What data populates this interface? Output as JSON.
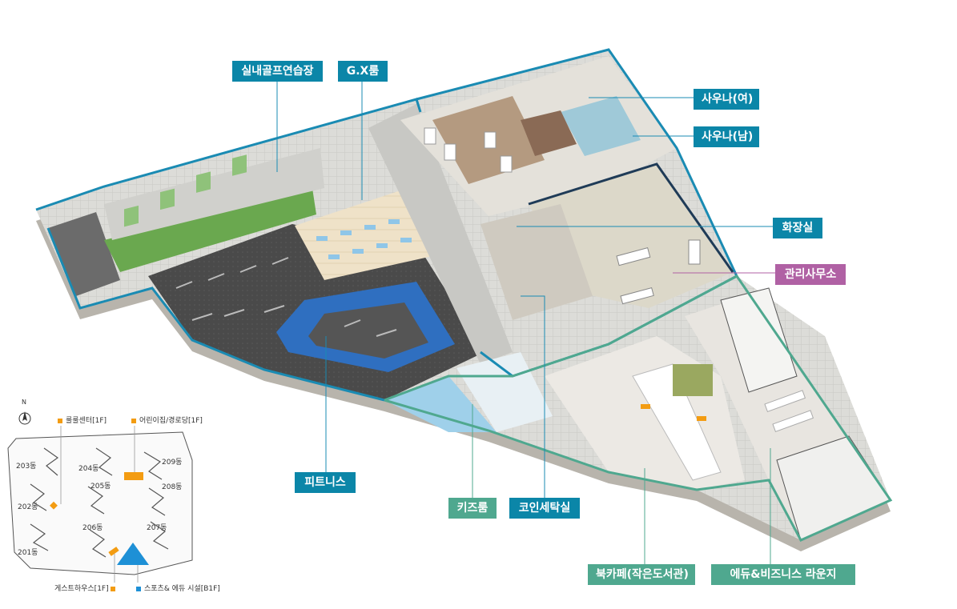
{
  "callouts": {
    "golf": "실내골프연습장",
    "gx": "G.X룸",
    "sauna_f": "사우나(여)",
    "sauna_m": "사우나(남)",
    "restroom": "화장실",
    "office": "관리사무소",
    "fitness": "피트니스",
    "kids": "키즈룸",
    "laundry": "코인세탁실",
    "bookcafe": "북카페(작은도서관)",
    "edu_lounge": "에듀&비즈니스 라운지"
  },
  "minimap": {
    "compass": "N",
    "legend": {
      "community_center": "룰룰센터[1F]",
      "daycare": "어린이집/경로당[1F]",
      "guesthouse": "게스트하우스[1F]",
      "sports_edu": "스포츠& 에듀 시설[B1F]"
    },
    "buildings": [
      "203동",
      "204동",
      "209동",
      "205동",
      "208동",
      "202동",
      "206동",
      "207동",
      "201동"
    ]
  },
  "colors": {
    "callout_blue": "#0b86a8",
    "callout_green": "#4fa88f",
    "callout_purple": "#b061a4",
    "legend_orange": "#f39c12",
    "legend_blue": "#1e90d6"
  }
}
